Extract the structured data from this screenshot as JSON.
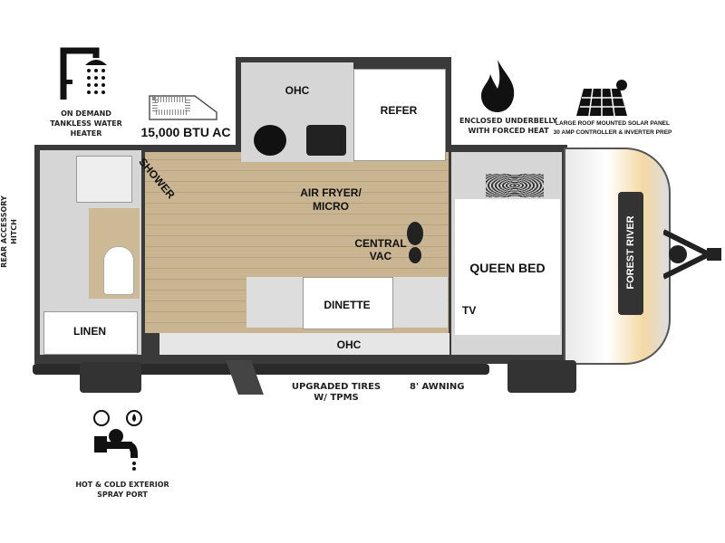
{
  "features": {
    "water_heater": "ON DEMAND TANKLESS WATER HEATER",
    "ac": "15,000 BTU AC",
    "underbelly": "ENCLOSED UNDERBELLY WITH FORCED HEAT",
    "solar_1": "LARGE ROOF MOUNTED SOLAR PANEL",
    "solar_2": "30 AMP CONTROLLER & INVERTER PREP",
    "hitch": "REAR ACCESSORY HITCH",
    "tires_1": "UPGRADED TIRES",
    "tires_2": "W/ TPMS",
    "awning": "8' AWNING",
    "spray_1": "HOT & COLD EXTERIOR",
    "spray_2": "SPRAY PORT"
  },
  "rooms": {
    "ohc_top": "OHC",
    "refer": "REFER",
    "shower": "SHOWER",
    "air_fryer": "AIR FRYER/ MICRO",
    "central_vac": "CENTRAL VAC",
    "queen_bed": "QUEEN BED",
    "dinette": "DINETTE",
    "tv": "TV",
    "ohc_bottom": "OHC",
    "linen": "LINEN"
  },
  "brand": "FOREST RIVER"
}
